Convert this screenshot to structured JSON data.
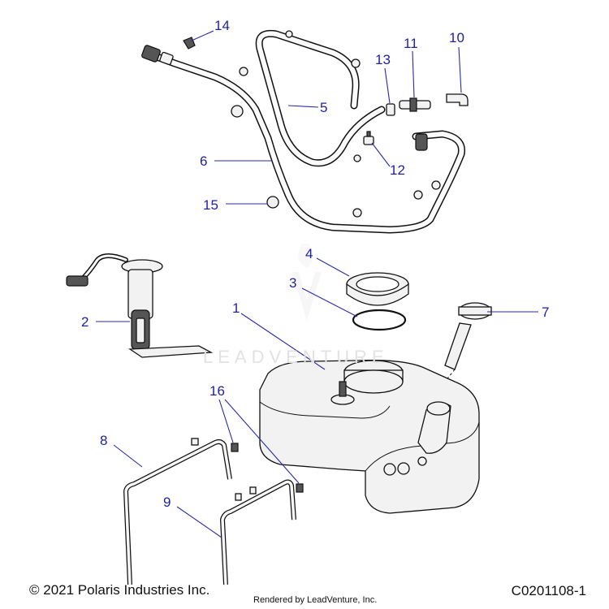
{
  "callouts": [
    {
      "id": "1",
      "label": "1"
    },
    {
      "id": "2",
      "label": "2"
    },
    {
      "id": "3",
      "label": "3"
    },
    {
      "id": "4",
      "label": "4"
    },
    {
      "id": "5",
      "label": "5"
    },
    {
      "id": "6",
      "label": "6"
    },
    {
      "id": "7",
      "label": "7"
    },
    {
      "id": "8",
      "label": "8"
    },
    {
      "id": "9",
      "label": "9"
    },
    {
      "id": "10",
      "label": "10"
    },
    {
      "id": "11",
      "label": "11"
    },
    {
      "id": "12",
      "label": "12"
    },
    {
      "id": "13",
      "label": "13"
    },
    {
      "id": "14",
      "label": "14"
    },
    {
      "id": "15",
      "label": "15"
    },
    {
      "id": "16",
      "label": "16"
    }
  ],
  "footer": {
    "copyright": "© 2021 Polaris Industries Inc.",
    "rendered_by": "Rendered by LeadVenture, Inc.",
    "diagram_code": "C0201108-1"
  },
  "watermark": "LEADVENTURE"
}
